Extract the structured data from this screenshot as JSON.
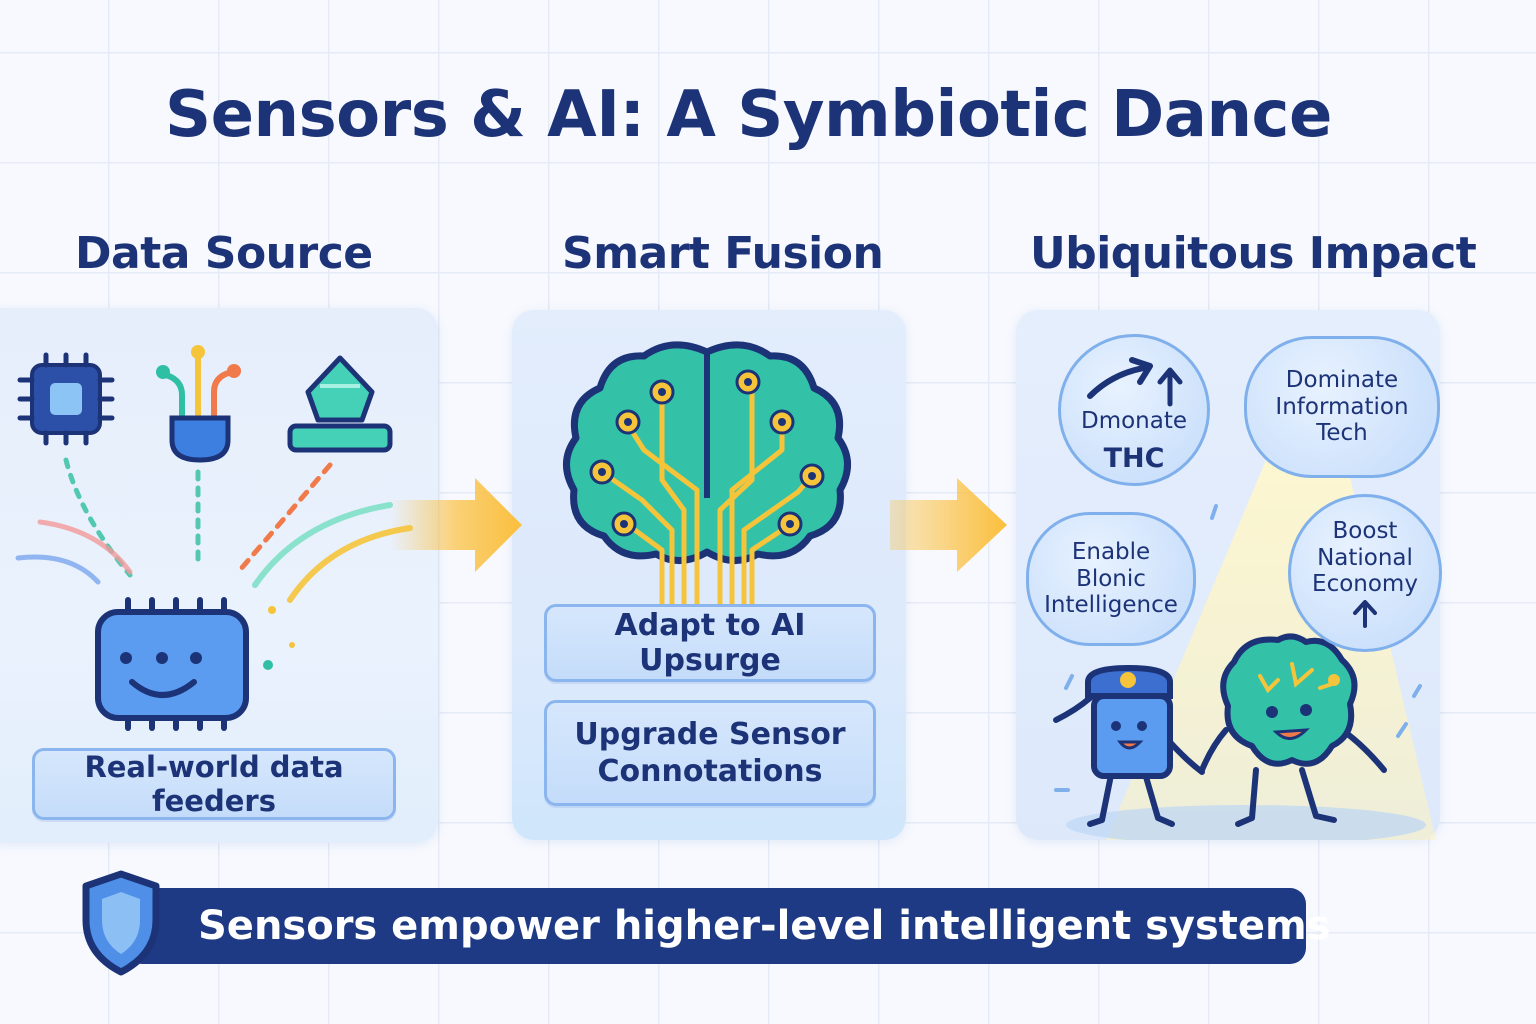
{
  "title": "Sensors & AI: A Symbiotic Dance",
  "columns": {
    "data_source": {
      "heading": "Data Source",
      "label": "Real-world data feeders",
      "icons": [
        "chip-icon",
        "plug-icon",
        "prism-sensor-icon",
        "smiling-chip-icon"
      ]
    },
    "smart_fusion": {
      "heading": "Smart Fusion",
      "boxes": [
        {
          "lines": [
            "Adapt to AI Upsurge"
          ]
        },
        {
          "lines": [
            "Upgrade Sensor",
            "Connotations"
          ]
        }
      ],
      "icons": [
        "circuit-brain-icon"
      ]
    },
    "ubiquitous_impact": {
      "heading": "Ubiquitous Impact",
      "bubbles": [
        {
          "lines": [
            "Dmonate",
            "THC"
          ],
          "icon": "trend-up-arrow-icon"
        },
        {
          "lines": [
            "Dominate",
            "Information",
            "Tech"
          ]
        },
        {
          "lines": [
            "Enable",
            "Blonic",
            "Intelligence"
          ]
        },
        {
          "lines": [
            "Boost",
            "National",
            "Economy"
          ],
          "icon": "up-arrow-icon"
        }
      ],
      "icons": [
        "sensor-character-icon",
        "brain-character-icon"
      ]
    }
  },
  "footer": {
    "text": "Sensors empower higher-level intelligent systems",
    "icon": "shield-icon"
  },
  "colors": {
    "navy": "#1c3377",
    "bar": "#1f3a84",
    "teal": "#2fbfa5",
    "gold": "#f5c43a",
    "blue": "#4f8fe8",
    "arrow": "#fbbf3c"
  }
}
